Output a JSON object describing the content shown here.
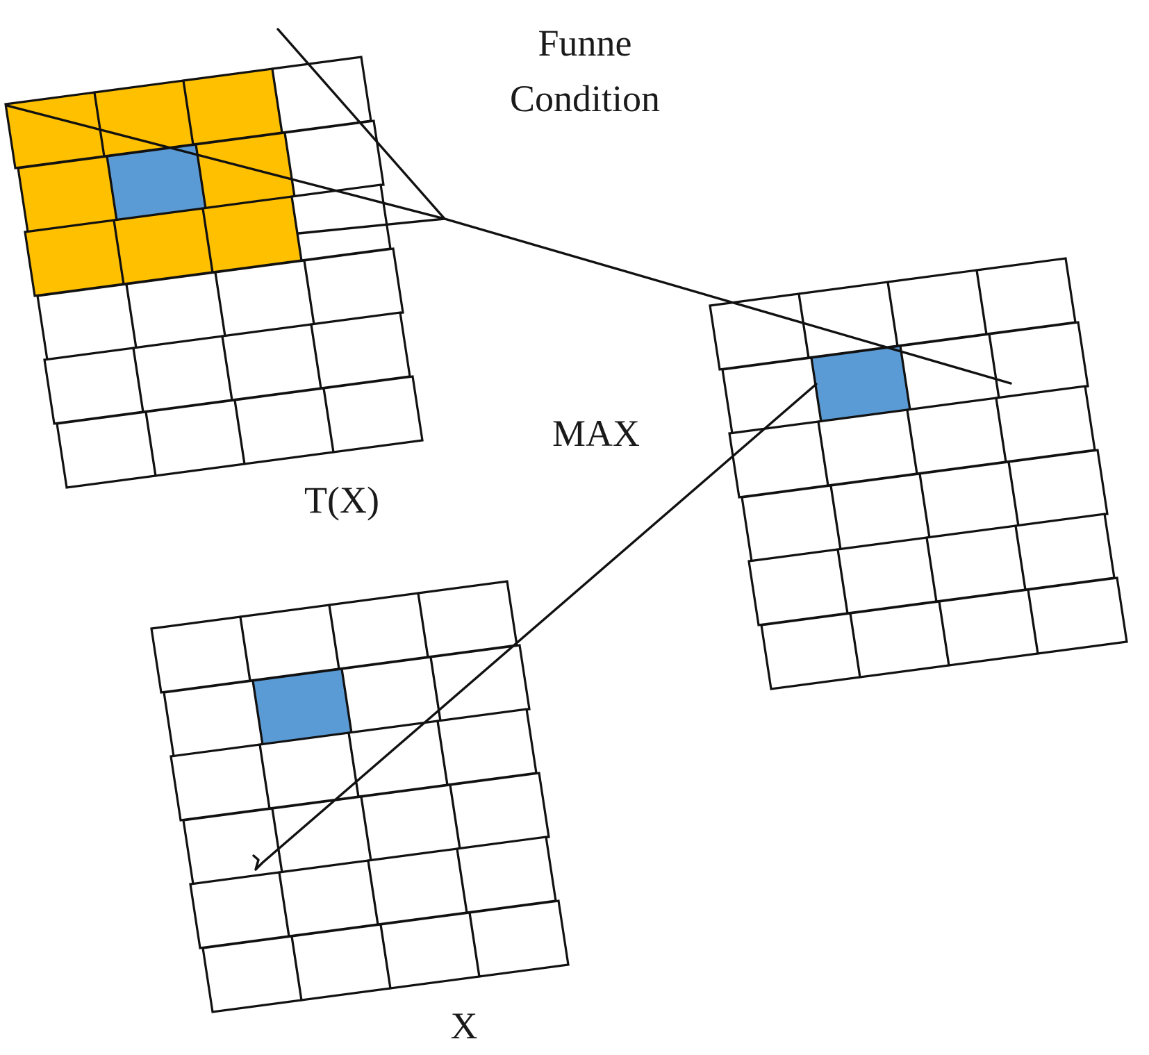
{
  "labels": {
    "funne_line1": "Funne",
    "funne_line2": "Condition",
    "max": "MAX",
    "tx": "T(X)",
    "x": "X"
  },
  "colors": {
    "background": "#ffffff",
    "cell_fill": "#ffffff",
    "stroke": "#111111",
    "neighborhood": "#FFC000",
    "center_cell": "#5B9BD5"
  },
  "grids": [
    {
      "name": "tx-grid",
      "label_key": "tx",
      "rows": 6,
      "cols": 4,
      "highlight": {
        "row": 1,
        "col": 1
      },
      "neighborhood": {
        "row_start": 0,
        "row_end": 2,
        "col_start": 0,
        "col_end": 2
      }
    },
    {
      "name": "max-grid",
      "label_key": "max",
      "rows": 6,
      "cols": 4,
      "highlight": {
        "row": 1,
        "col": 1
      }
    },
    {
      "name": "x-grid",
      "label_key": "x",
      "rows": 6,
      "cols": 4,
      "highlight": {
        "row": 1,
        "col": 1
      }
    }
  ],
  "connectors": [
    "funnel-from-tx-grid-to-max-grid",
    "mapping-from-max-grid-to-x-grid"
  ]
}
